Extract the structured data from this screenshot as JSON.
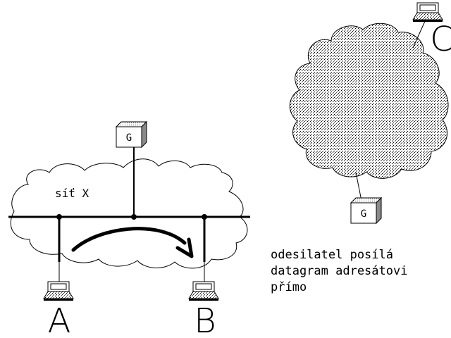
{
  "network_label": "síť X",
  "gateway_label": "G",
  "hosts": {
    "a": "A",
    "b": "B",
    "c": "C"
  },
  "caption": {
    "line1": "odesilatel posílá",
    "line2": "datagram adresátovi",
    "line3": "přímo"
  }
}
